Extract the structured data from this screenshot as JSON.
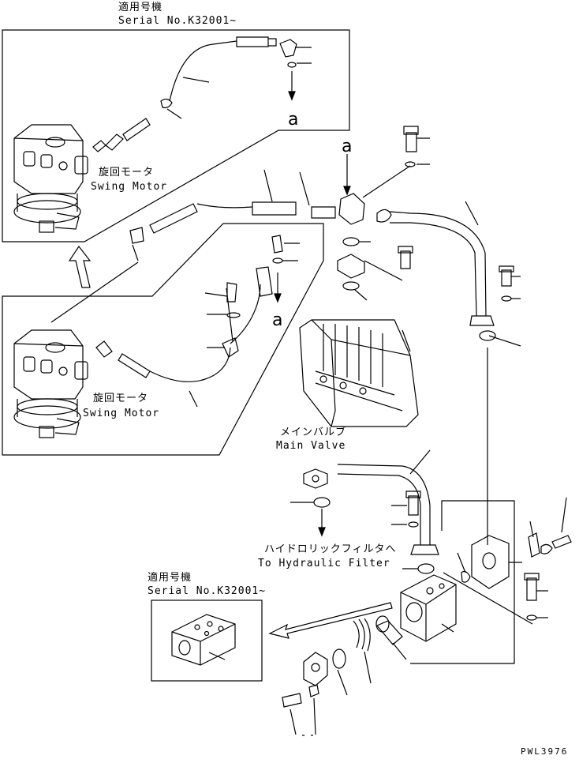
{
  "labels": {
    "top_applicable": "適用号機",
    "top_serial": "Serial No.K32001~",
    "bottom_applicable": "適用号機",
    "bottom_serial": "Serial No.K32001~",
    "swing_motor_jp_1": "旋回モータ",
    "swing_motor_en_1": "Swing Motor",
    "swing_motor_jp_2": "旋回モータ",
    "swing_motor_en_2": "Swing Motor",
    "main_valve_jp": "メインバルブ",
    "main_valve_en": "Main Valve",
    "filter_jp": "ハイドロリックフィルタへ",
    "filter_en": "To Hydraulic Filter",
    "ref_a_1": "a",
    "ref_a_2": "a",
    "ref_a_3": "a",
    "drawing_no": "PWL3976"
  }
}
